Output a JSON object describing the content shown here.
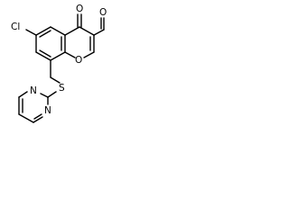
{
  "molecule": {
    "atoms": {
      "chlorine": "Cl",
      "carbonyl_oxygen": "O",
      "ring_oxygen": "O",
      "aldehyde_oxygen": "O",
      "sulfur": "S",
      "pyrimidine_nitrogen_1": "N",
      "pyrimidine_nitrogen_2": "N"
    }
  }
}
